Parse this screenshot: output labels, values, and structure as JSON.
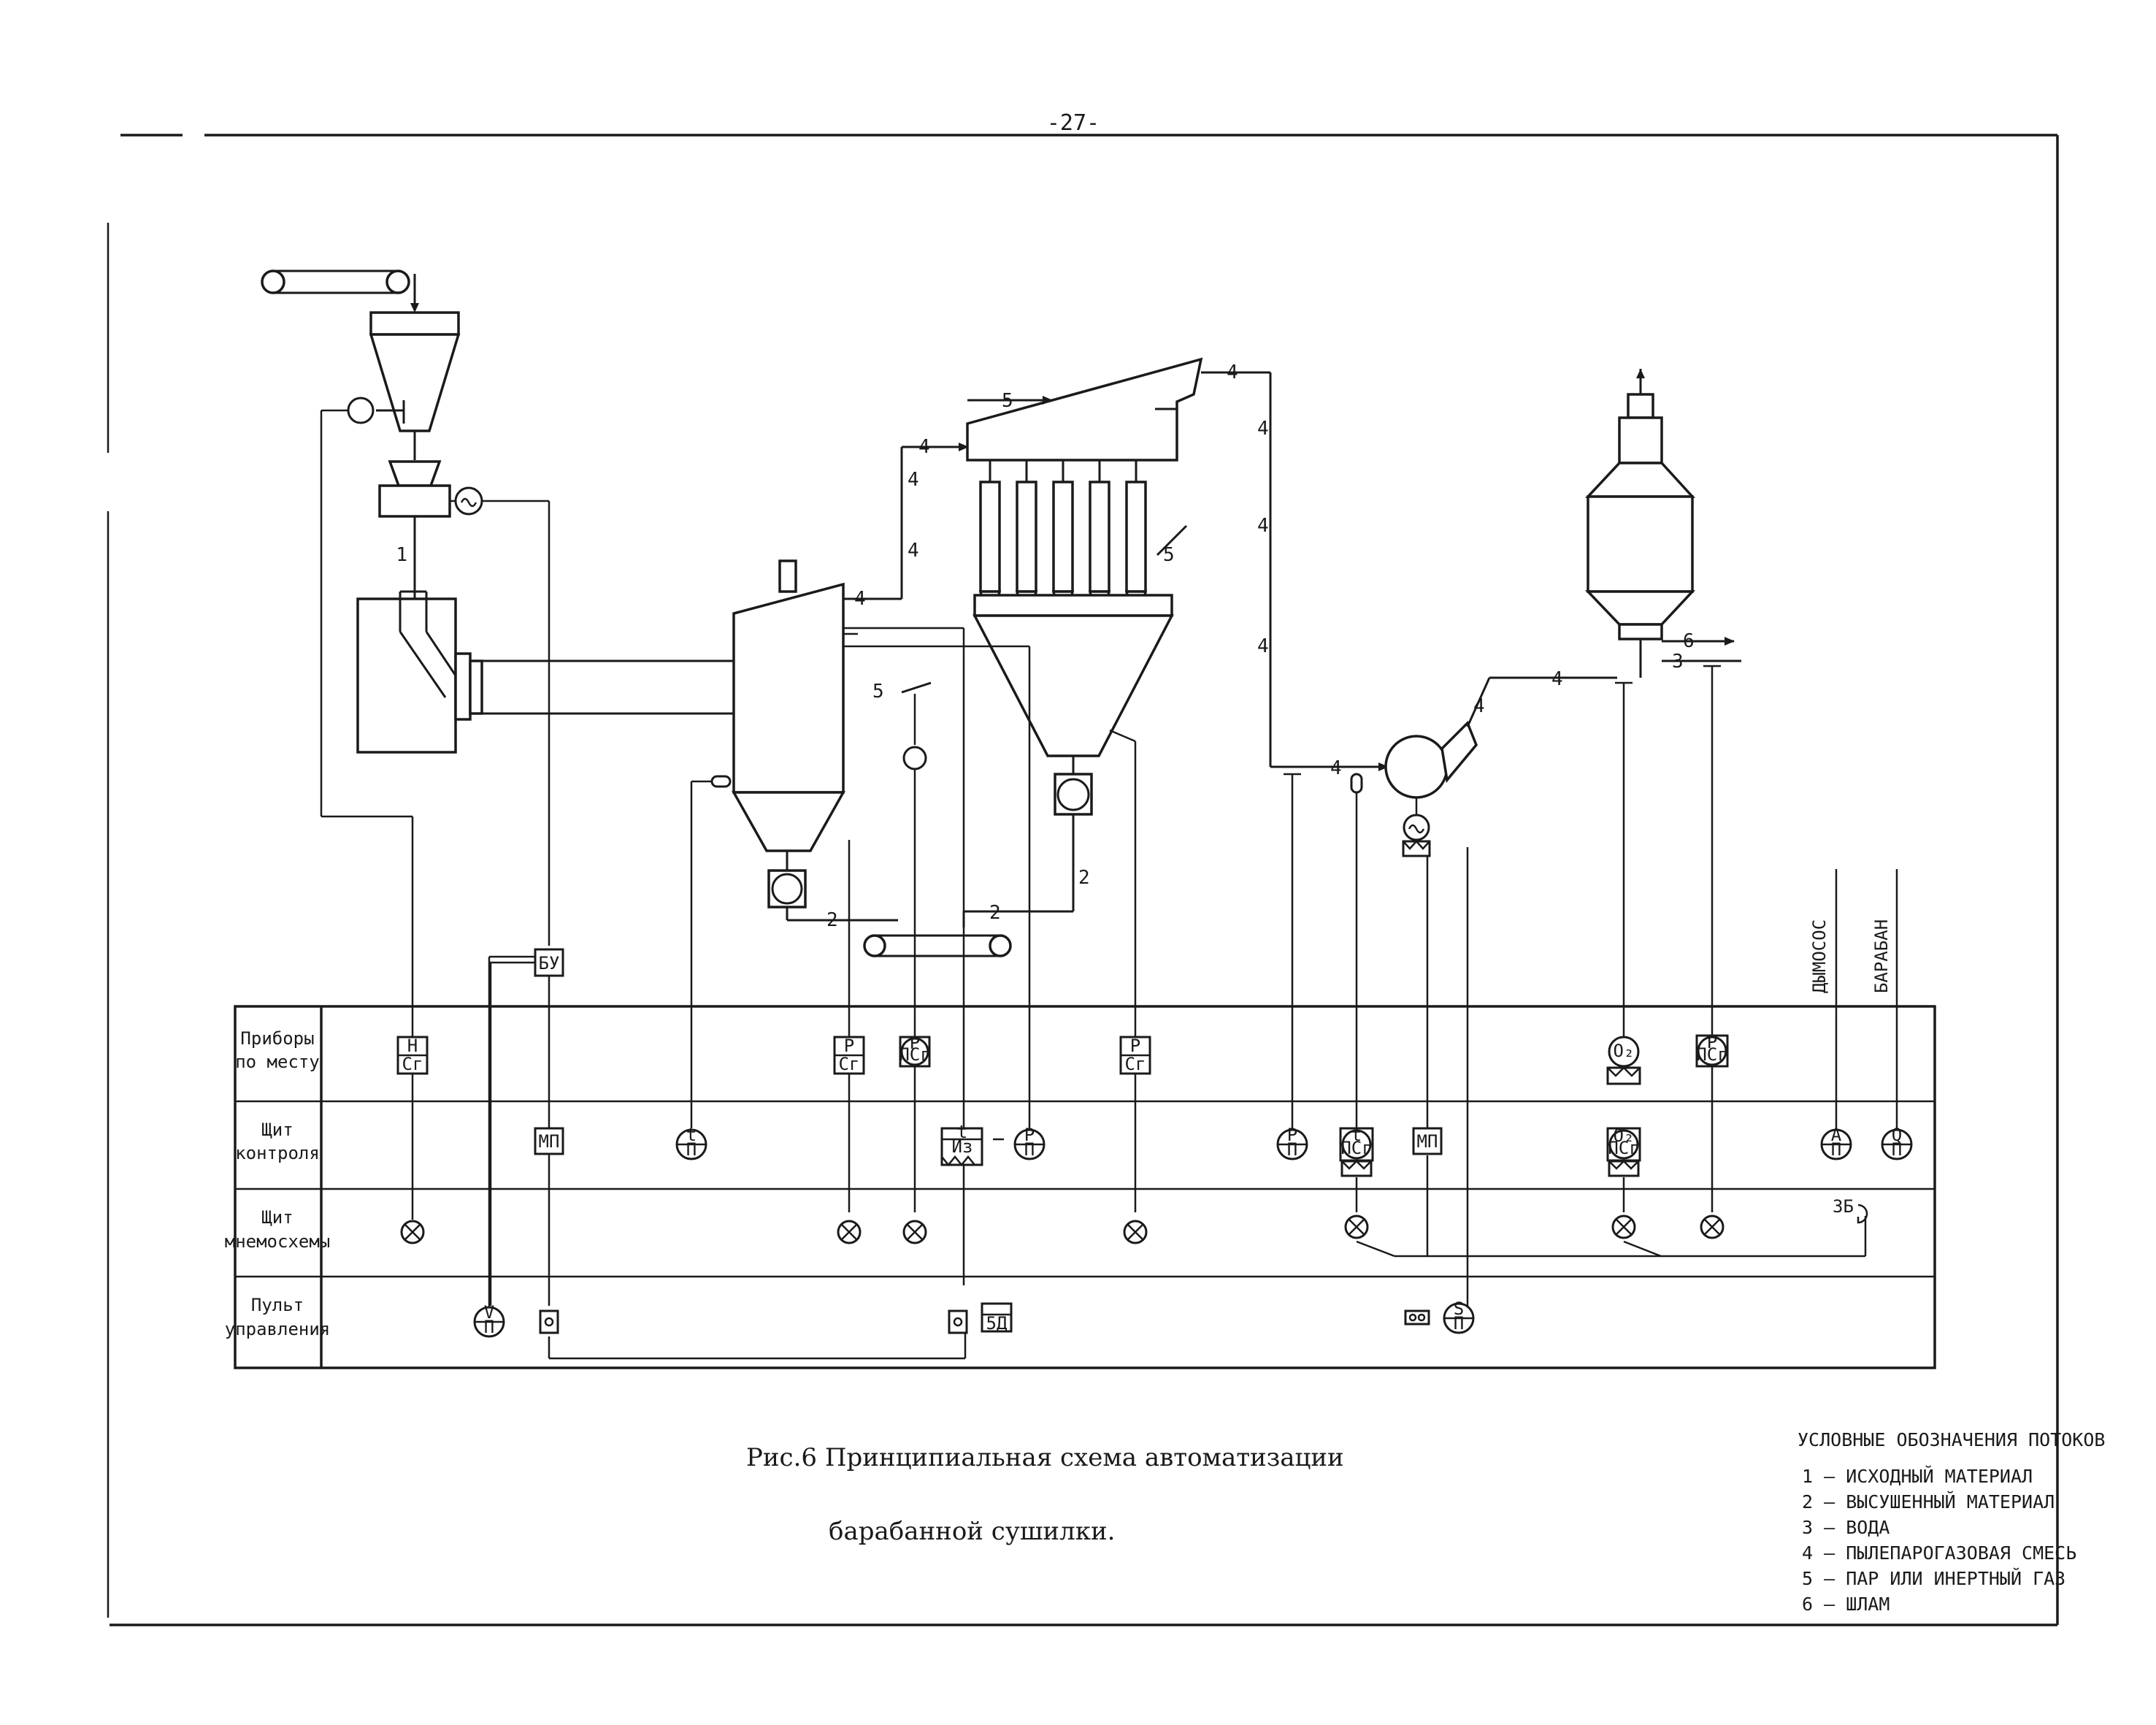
{
  "page_number": "-27-",
  "caption": {
    "line1": "Рис.6 Принципиальная схема автоматизации",
    "line2": "барабанной сушилки."
  },
  "legend": {
    "title": "УСЛОВНЫЕ ОБОЗНАЧЕНИЯ ПОТОКОВ",
    "items": [
      "1 – ИСХОДНЫЙ МАТЕРИАЛ",
      "2 – ВЫСУШЕННЫЙ МАТЕРИАЛ",
      "3 – ВОДА",
      "4 – ПЫЛЕПАРОГАЗОВАЯ СМЕСЬ",
      "5 – ПАР ИЛИ ИНЕРТНЫЙ ГАЗ",
      "6 – ШЛАМ"
    ]
  },
  "rows": [
    {
      "line1": "Приборы",
      "line2": "по месту"
    },
    {
      "line1": "Щит",
      "line2": "контроля"
    },
    {
      "line1": "Щит",
      "line2": "мнемосхемы"
    },
    {
      "line1": "Пульт",
      "line2": "управления"
    }
  ],
  "side_labels": {
    "exhauster": "ДЫМОСОС",
    "drum": "БАРАБАН"
  },
  "flow_numbers": [
    "1",
    "2",
    "3",
    "4",
    "5",
    "6"
  ],
  "device_codes": {
    "control_unit": "БУ",
    "starter": "МП",
    "h_level": "Н",
    "p_pressure": "Р",
    "t_temp": "t",
    "oxygen": "O₂",
    "sg": "Сг",
    "psg": "ПСг",
    "hz": "Из",
    "p_indicator": "П",
    "v_code": "V",
    "a_code": "А",
    "s_code": "S",
    "q_code": "Q",
    "sd": "5Д",
    "zb": "3Б"
  }
}
